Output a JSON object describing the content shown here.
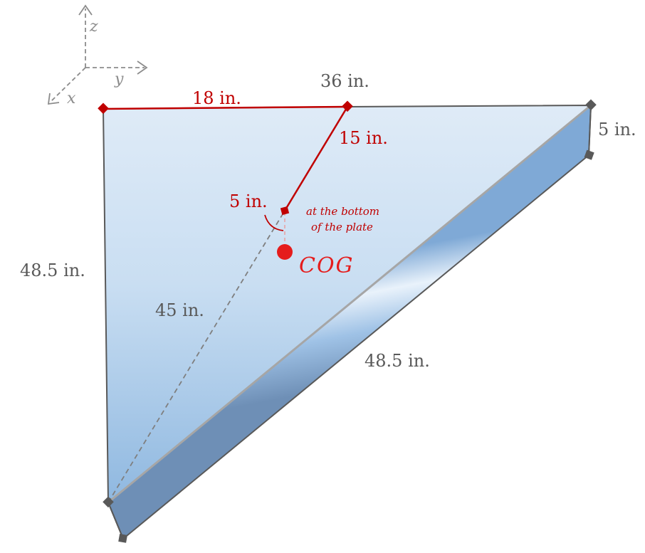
{
  "axes": {
    "z_label": "z",
    "y_label": "y",
    "x_label": "x"
  },
  "dimensions": {
    "top_edge_total": "36 in.",
    "top_edge_partial": "18 in.",
    "red_slant": "15 in.",
    "cog_offset": "5 in.",
    "thickness": "5 in.",
    "left_edge": "48.5 in.",
    "diagonal_edge": "48.5 in.",
    "dashed_diagonal": "45 in."
  },
  "annotations": {
    "note_line1": "at the bottom",
    "note_line2": "of  the plate",
    "cog_label": "COG"
  },
  "colors": {
    "plate_top": "#dce9f6",
    "plate_bottom": "#9dc3e6",
    "edge": "#595959",
    "dimension_red": "#c00000",
    "cog_red": "#e51c1c",
    "label_gray": "#595959"
  }
}
